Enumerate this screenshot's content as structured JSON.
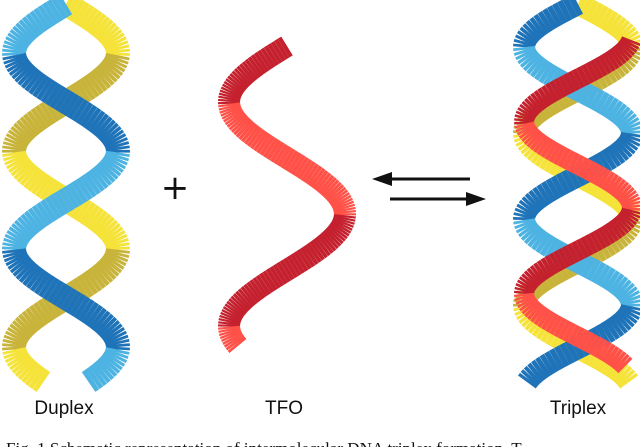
{
  "labels": {
    "duplex": "Duplex",
    "tfo": "TFO",
    "triplex": "Triplex"
  },
  "caption": "Fig. 1 Schematic representation of intermolecular DNA triplex formation. T",
  "symbols": {
    "plus": "+"
  },
  "colors": {
    "yellow": "#f5e33a",
    "yellow_dark": "#c8b43a",
    "blue": "#1f73b8",
    "blue_light": "#4db3e2",
    "red": "#ff5147",
    "red_dark": "#c4202e",
    "ink": "#111111"
  },
  "icons": {
    "equilibrium": "equilibrium-arrows-icon"
  }
}
